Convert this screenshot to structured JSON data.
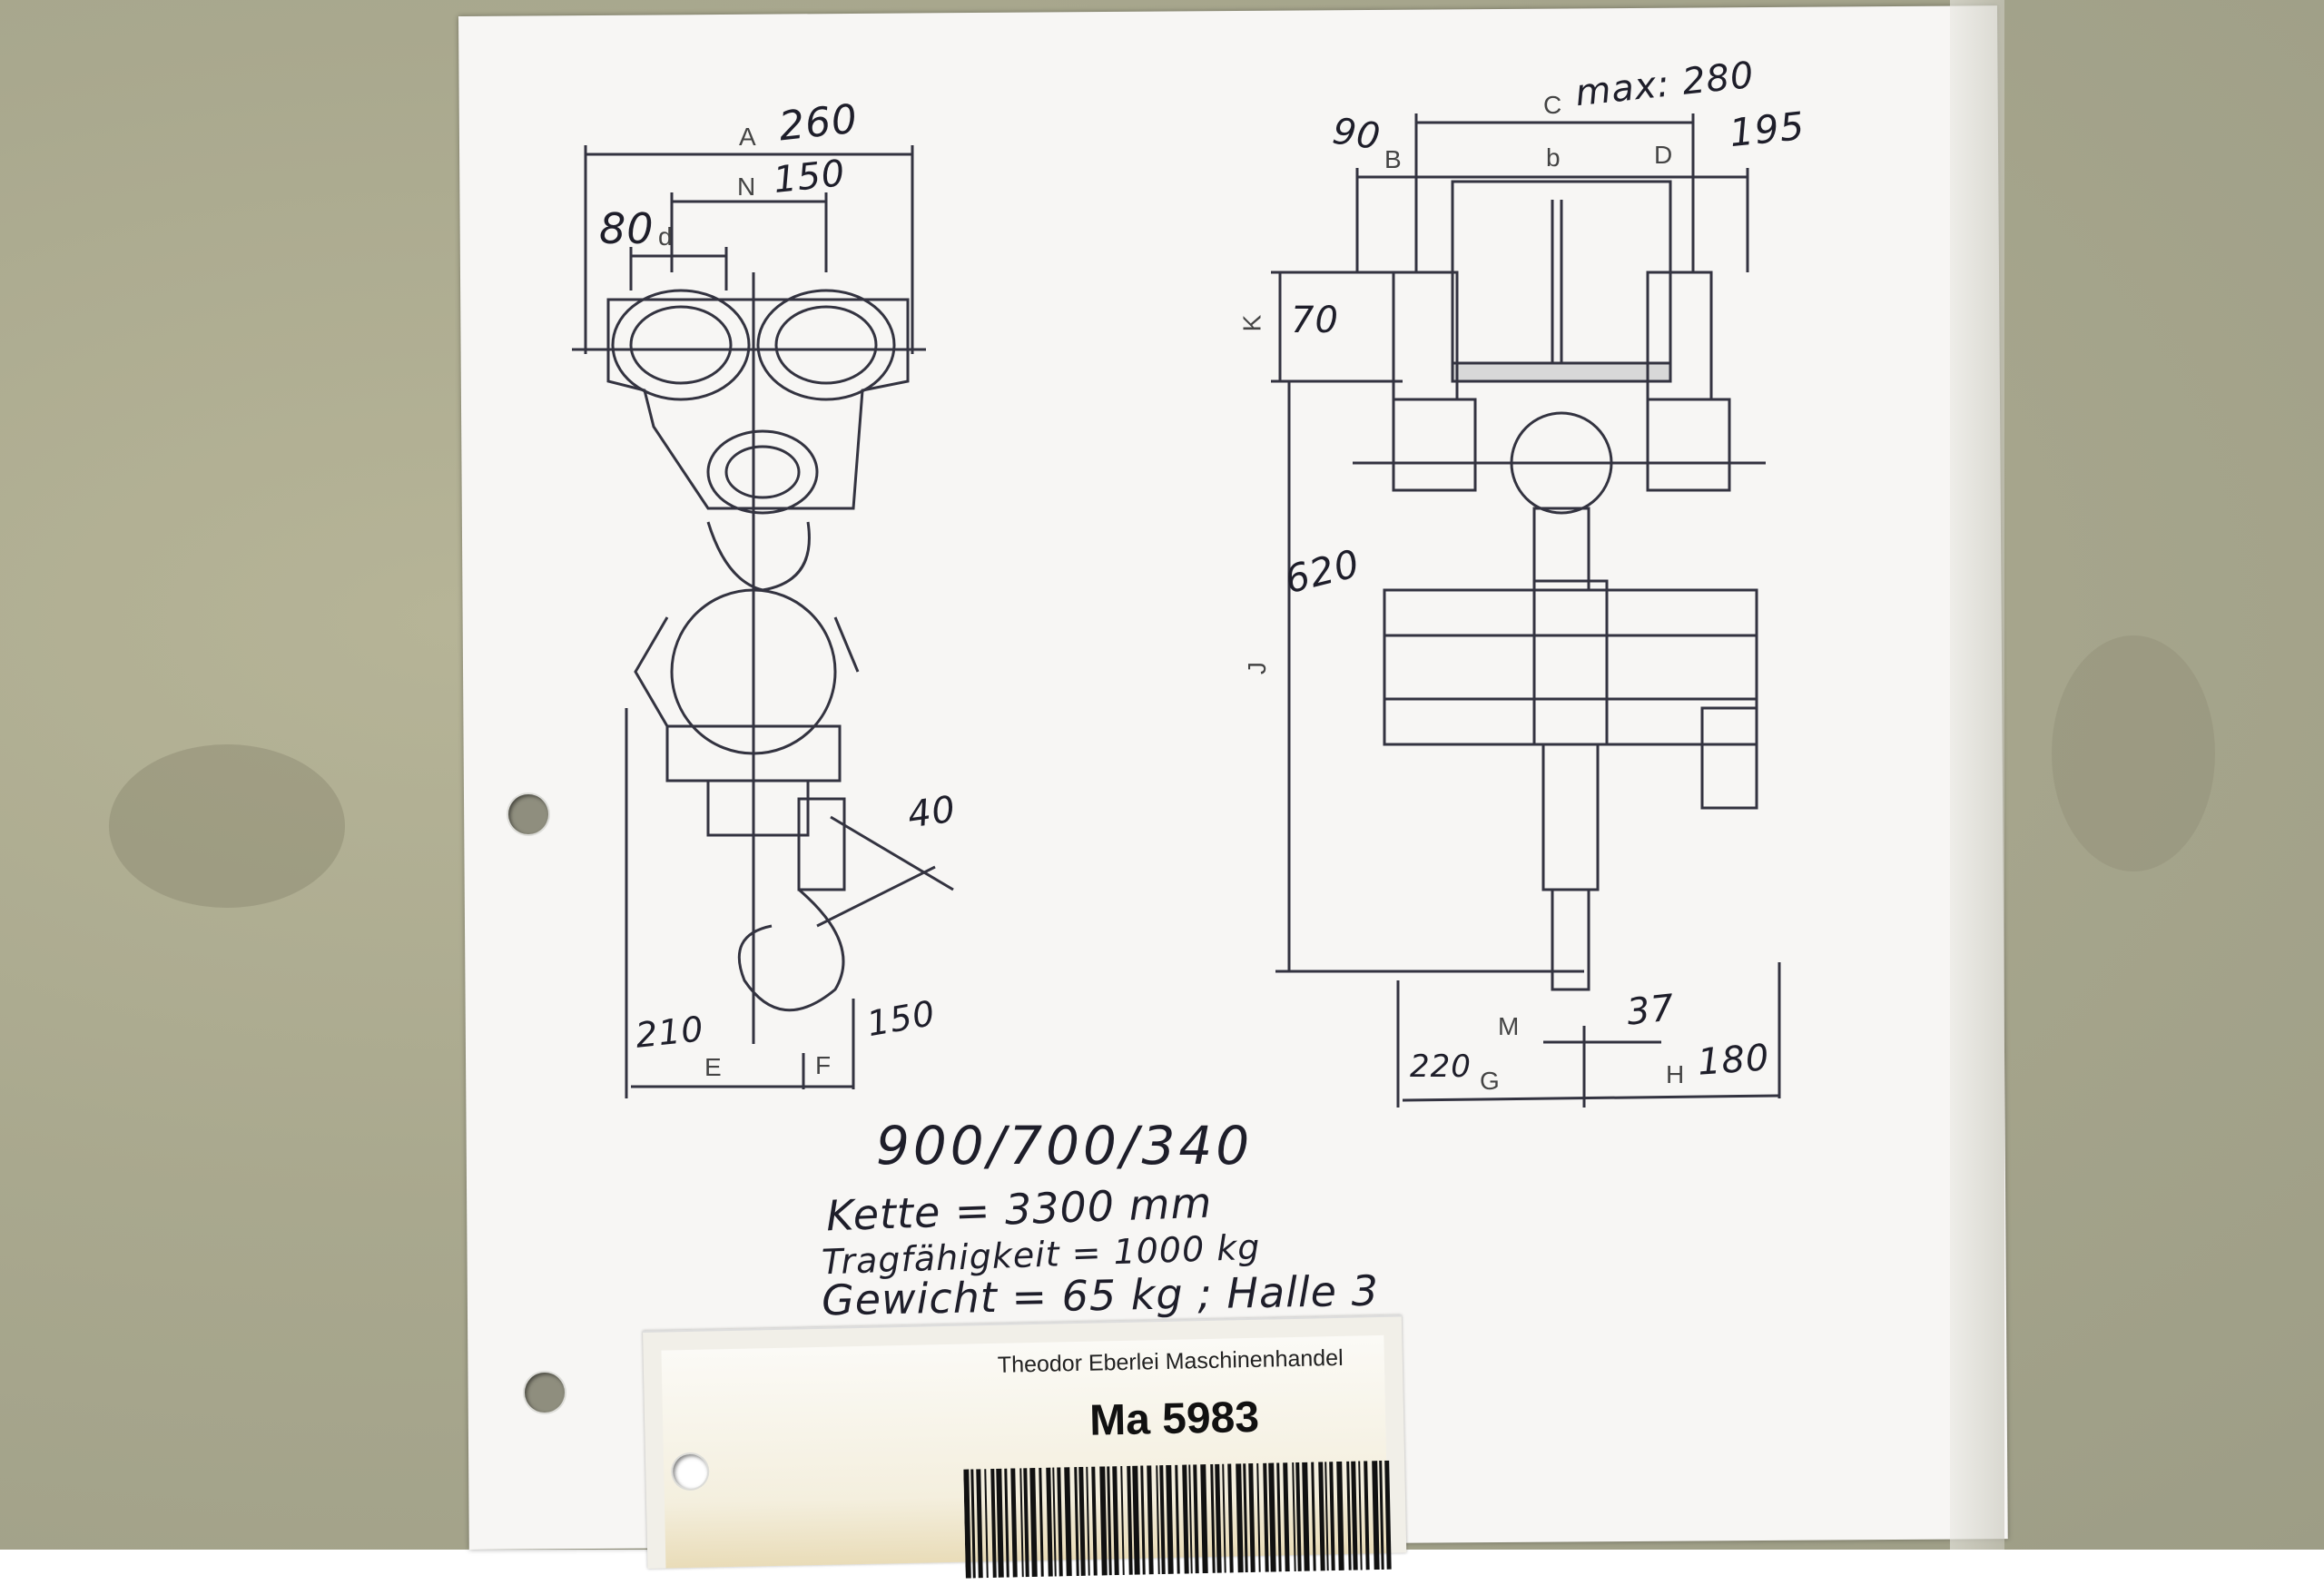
{
  "company": "Theodor Eberlei Maschinenhandel",
  "stock_number": "Ma 5983",
  "specs": {
    "model": "900/700/340",
    "chain": "Kette = 3300 mm",
    "capacity": "Tragfähigkeit = 1000 kg",
    "weight_location": "Gewicht = 65 kg ; Halle 3"
  },
  "drawing_left": {
    "letters": {
      "A": "A",
      "N": "N",
      "d": "d",
      "E": "E",
      "F": "F"
    },
    "dims": {
      "A": "260",
      "N": "150",
      "d": "80",
      "hook": "40",
      "E": "210",
      "F": "150"
    }
  },
  "drawing_right": {
    "letters": {
      "C": "C",
      "B": "B",
      "b": "b",
      "D": "D",
      "K": "K",
      "J": "J",
      "M": "M",
      "G": "G",
      "H": "H"
    },
    "dims": {
      "C": "max: 280",
      "B": "90",
      "D": "195",
      "K": "70",
      "J": "620",
      "M": "37",
      "G": "220",
      "H": "180"
    }
  },
  "colors": {
    "paper": "#f7f6f4",
    "ink": "#1e1e2a",
    "line": "#333340",
    "label": "#f1efe8"
  }
}
